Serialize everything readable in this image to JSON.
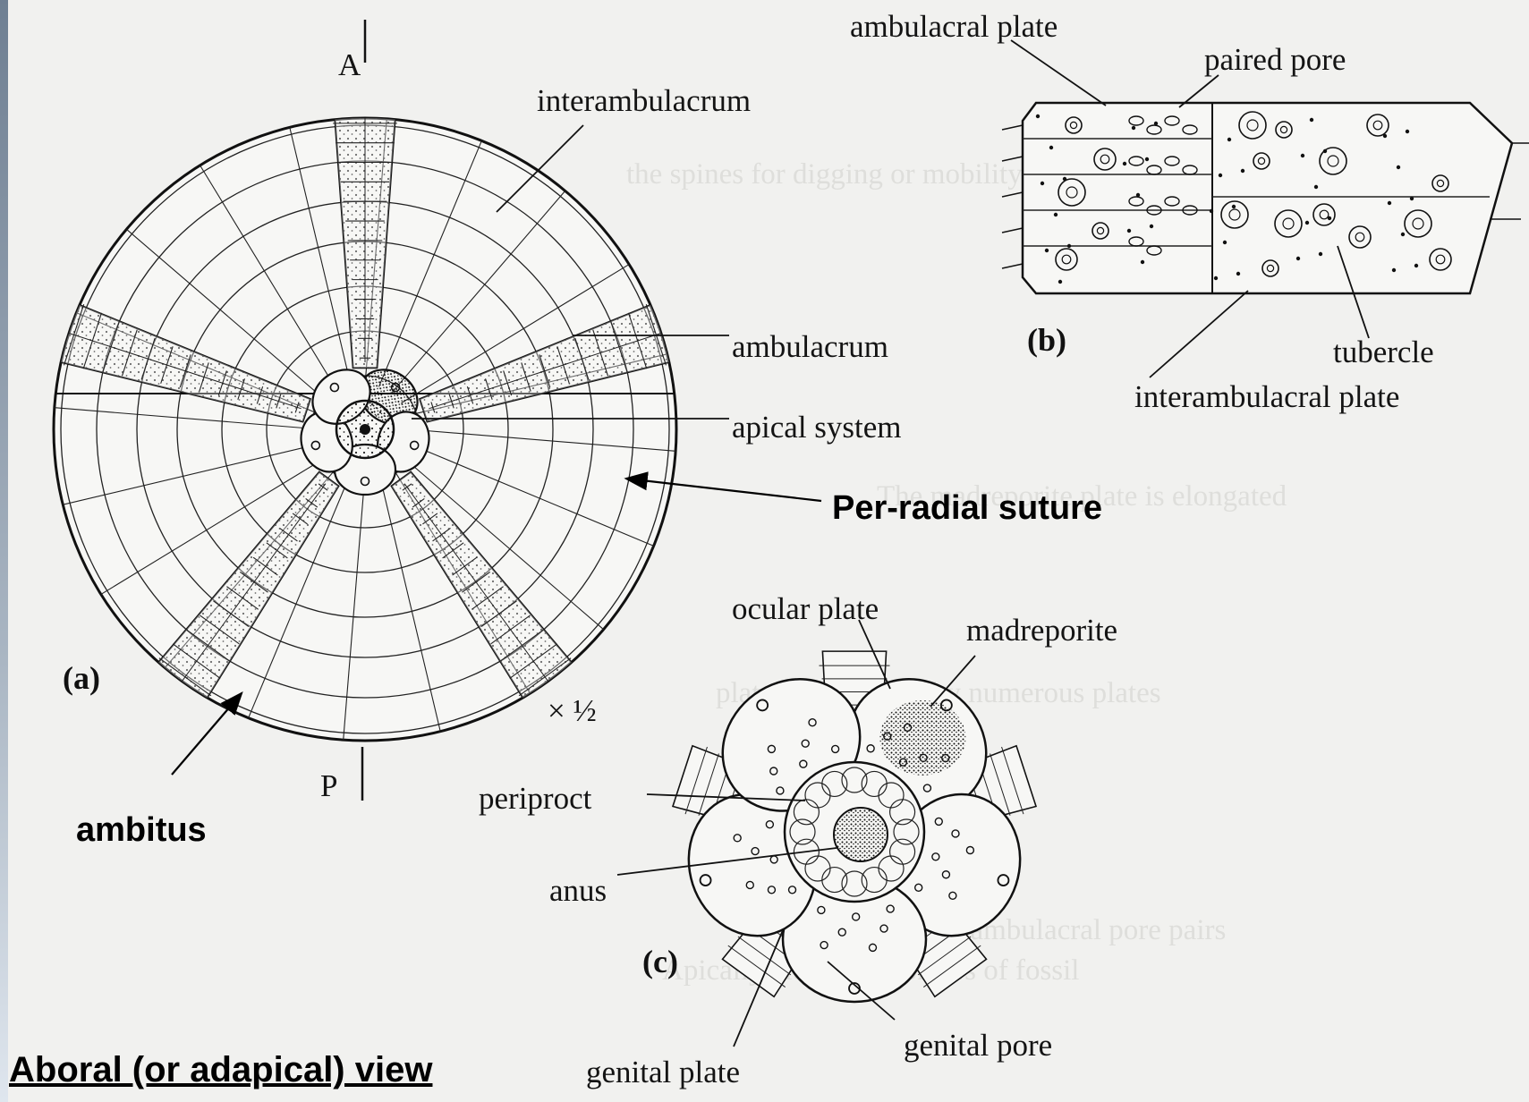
{
  "labels": {
    "a_axis": "A",
    "p_axis": "P",
    "interambulacrum": "interambulacrum",
    "ambulacrum": "ambulacrum",
    "apical_system": "apical system",
    "per_radial_suture": "Per-radial suture",
    "ambitus": "ambitus",
    "panel_a": "(a)",
    "scale": "× ½",
    "ambulacral_plate": "ambulacral plate",
    "paired_pore": "paired pore",
    "panel_b": "(b)",
    "tubercle": "tubercle",
    "interambulacral_plate": "interambulacral plate",
    "ocular_plate": "ocular plate",
    "madreporite": "madreporite",
    "periproct": "periproct",
    "anus": "anus",
    "panel_c": "(c)",
    "genital_pore": "genital pore",
    "genital_plate": "genital plate"
  },
  "caption": "Aboral (or adapical) view",
  "colors": {
    "ink": "#141414",
    "paper": "#f1f1ef"
  }
}
